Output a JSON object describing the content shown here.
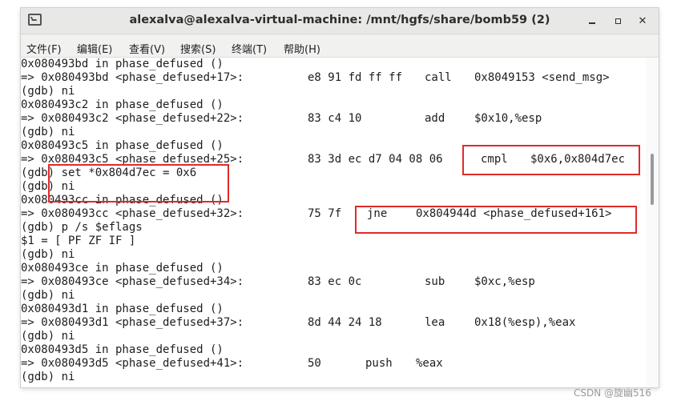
{
  "window": {
    "title": "alexalva@alexalva-virtual-machine: /mnt/hgfs/share/bomb59 (2)",
    "icon": "terminal-icon",
    "controls": [
      "minimize-icon",
      "maximize-icon",
      "close-icon"
    ],
    "close_glyph": "✕"
  },
  "menu": [
    "文件(F)",
    "编辑(E)",
    "查看(V)",
    "搜索(S)",
    "终端(T)",
    "帮助(H)"
  ],
  "terminal": {
    "lines": [
      {
        "text": "0x080493bd in phase_defused ()"
      },
      {
        "text": "=> 0x080493bd <phase_defused+17>:",
        "bytes": "e8 91 fd ff ff",
        "mnemonic": "call",
        "operands": "0x8049153 <send_msg>"
      },
      {
        "text": "(gdb) ni"
      },
      {
        "text": "0x080493c2 in phase_defused ()"
      },
      {
        "text": "=> 0x080493c2 <phase_defused+22>:",
        "bytes": "83 c4 10",
        "mnemonic": "add",
        "operands": "$0x10,%esp"
      },
      {
        "text": "(gdb) ni"
      },
      {
        "text": "0x080493c5 in phase_defused ()"
      },
      {
        "text": "=> 0x080493c5 <phase_defused+25>:",
        "bytes": "83 3d ec d7 04 08 06",
        "mnemonic": "cmpl",
        "operands": "$0x6,0x804d7ec"
      },
      {
        "text": "(gdb) set *0x804d7ec = 0x6"
      },
      {
        "text": "(gdb) ni"
      },
      {
        "text": "0x080493cc in phase_defused ()"
      },
      {
        "text": "=> 0x080493cc <phase_defused+32>:",
        "bytes": "75 7f",
        "mnemonic": "jne",
        "operands": "0x804944d <phase_defused+161>"
      },
      {
        "text": "(gdb) p /s $eflags"
      },
      {
        "text": "$1 = [ PF ZF IF ]"
      },
      {
        "text": "(gdb) ni"
      },
      {
        "text": "0x080493ce in phase_defused ()"
      },
      {
        "text": "=> 0x080493ce <phase_defused+34>:",
        "bytes": "83 ec 0c",
        "mnemonic": "sub",
        "operands": "$0xc,%esp"
      },
      {
        "text": "(gdb) ni"
      },
      {
        "text": "0x080493d1 in phase_defused ()"
      },
      {
        "text": "=> 0x080493d1 <phase_defused+37>:",
        "bytes": "8d 44 24 18",
        "mnemonic": "lea",
        "operands": "0x18(%esp),%eax"
      },
      {
        "text": "(gdb) ni"
      },
      {
        "text": "0x080493d5 in phase_defused ()"
      },
      {
        "text": "=> 0x080493d5 <phase_defused+41>:",
        "bytes": "50",
        "mnemonic": "push",
        "operands": "%eax"
      },
      {
        "text": "(gdb) ni"
      }
    ]
  },
  "annotations": {
    "highlight_color": "#e02a2a"
  },
  "watermark": "CSDN @旋幽516"
}
